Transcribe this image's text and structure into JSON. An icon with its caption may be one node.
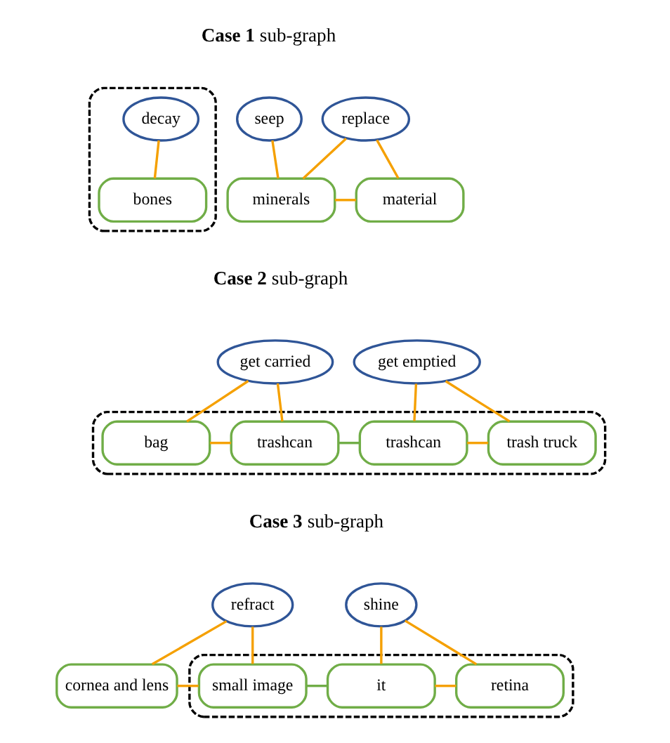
{
  "diagram": {
    "nodes": [
      {
        "text": [],
        "shape": "box"
      },
      {
        "text": [
          "decay"
        ],
        "in": 0
      },
      {
        "text": [
          "bones"
        ],
        "in": 0
      },
      {
        "text": [
          "seep"
        ]
      },
      {
        "text": [
          "replace"
        ]
      },
      {
        "text": [
          "minerals"
        ]
      },
      {
        "text": [
          "material"
        ]
      },
      {
        "text": [
          "get carried"
        ]
      },
      {
        "text": [
          "get emptied"
        ]
      },
      {
        "text": [],
        "shape": "box"
      },
      {
        "text": [
          "bag"
        ],
        "in": 9
      },
      {
        "text": [
          "trashcan"
        ],
        "in": 9
      },
      {
        "text": [
          "trashcan"
        ],
        "in": 9
      },
      {
        "text": [
          "trash truck"
        ],
        "in": 9
      },
      {
        "text": [
          "refract"
        ]
      },
      {
        "text": [
          "shine"
        ]
      },
      {
        "text": [
          "cornea and lens"
        ]
      },
      {
        "text": [],
        "shape": "box"
      },
      {
        "text": [
          "small image"
        ],
        "in": 17
      },
      {
        "text": [
          "it"
        ],
        "in": 17
      },
      {
        "text": [
          "retina"
        ],
        "in": 17
      }
    ],
    "edges": [
      {
        "from": 1,
        "to": 2,
        "arrow": "none"
      },
      {
        "from": 3,
        "to": 5,
        "arrow": "none"
      },
      {
        "from": 4,
        "to": 5,
        "arrow": "none"
      },
      {
        "from": 4,
        "to": 6,
        "arrow": "none"
      },
      {
        "from": 5,
        "to": 6,
        "arrow": "none"
      },
      {
        "from": 7,
        "to": 10,
        "arrow": "none"
      },
      {
        "from": 7,
        "to": 11,
        "arrow": "none"
      },
      {
        "from": 8,
        "to": 12,
        "arrow": "none"
      },
      {
        "from": 8,
        "to": 13,
        "arrow": "none"
      },
      {
        "from": 10,
        "to": 11,
        "arrow": "none"
      },
      {
        "from": 11,
        "to": 12,
        "arrow": "none",
        "color": "#70ad47"
      },
      {
        "from": 12,
        "to": 13,
        "arrow": "none"
      },
      {
        "from": 14,
        "to": 16,
        "arrow": "none"
      },
      {
        "from": 14,
        "to": 18,
        "arrow": "none"
      },
      {
        "from": 15,
        "to": 19,
        "arrow": "none"
      },
      {
        "from": 15,
        "to": 20,
        "arrow": "none"
      },
      {
        "from": 16,
        "to": 18,
        "arrow": "none"
      },
      {
        "from": 18,
        "to": 19,
        "arrow": "none",
        "color": "#70ad47"
      },
      {
        "from": 19,
        "to": 20,
        "arrow": "none"
      }
    ],
    "labels": [
      "**Case 1** sub-graph",
      "**Case 2** sub-graph",
      "**Case 3** sub-graph"
    ]
  }
}
